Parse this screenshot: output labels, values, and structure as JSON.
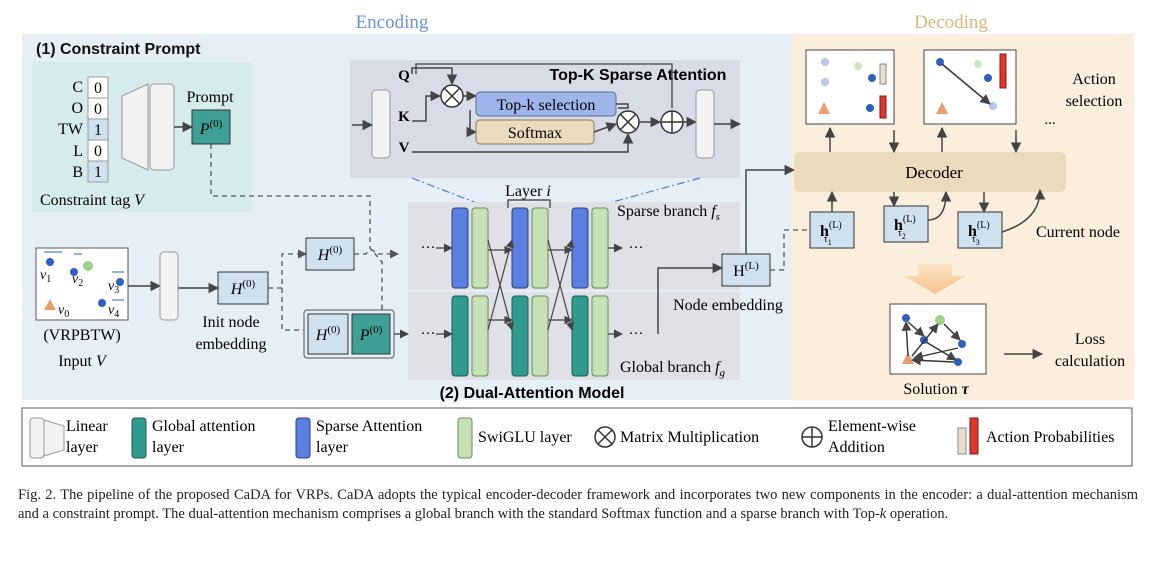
{
  "sections": {
    "encoding": "Encoding",
    "decoding": "Decoding"
  },
  "constraint_prompt": {
    "title": "(1) Constraint Prompt",
    "tags": [
      {
        "label": "C",
        "value": "0"
      },
      {
        "label": "O",
        "value": "0"
      },
      {
        "label": "TW",
        "value": "1"
      },
      {
        "label": "L",
        "value": "0"
      },
      {
        "label": "B",
        "value": "1"
      }
    ],
    "prompt_label": "Prompt",
    "prompt_symbol": "P",
    "prompt_sup": "(0)",
    "tag_caption": "Constraint tag",
    "tag_var": "V"
  },
  "topk": {
    "title": "Top-K Sparse Attention",
    "q": "Q",
    "k": "K",
    "v": "V",
    "topk_selection": "Top-k selection",
    "softmax": "Softmax"
  },
  "input": {
    "nodes": [
      {
        "label": "v",
        "sub": "1"
      },
      {
        "label": "v",
        "sub": "2"
      },
      {
        "label": "v",
        "sub": "3"
      },
      {
        "label": "v",
        "sub": "0"
      },
      {
        "label": "v",
        "sub": "4"
      }
    ],
    "type": "(VRPBTW)",
    "caption": "Input",
    "caption_var": "V",
    "init_line1": "Init node",
    "init_line2": "embedding",
    "h_symbol": "H",
    "h_sup": "(0)"
  },
  "dual": {
    "title": "(2) Dual-Attention Model",
    "layer_label": "Layer",
    "layer_var": "i",
    "sparse_branch": "Sparse branch",
    "sparse_var": "f",
    "sparse_sub": "s",
    "global_branch": "Global branch",
    "global_var": "f",
    "global_sub": "g",
    "dots": "···",
    "p_symbol": "P",
    "p_sup": "(0)"
  },
  "node_embedding": {
    "label": "Node embedding",
    "symbol": "H",
    "sup": "(L)"
  },
  "decoder": {
    "label": "Decoder",
    "action_selection_1": "Action",
    "action_selection_2": "selection",
    "dots": "...",
    "current_node": "Current node",
    "h_bold": "h",
    "h_sup": "(L)",
    "tau": "τ",
    "tau_subs": [
      "1",
      "2",
      "3"
    ],
    "solution": "Solution",
    "solution_var": "τ",
    "loss_1": "Loss",
    "loss_2": "calculation"
  },
  "legend": {
    "linear_1": "Linear",
    "linear_2": "layer",
    "global_1": "Global attention",
    "global_2": "layer",
    "sparse_1": "Sparse Attention",
    "sparse_2": "layer",
    "swiglu": "SwiGLU layer",
    "matmul": "Matrix Multiplication",
    "add_1": "Element-wise",
    "add_2": "Addition",
    "action_prob": "Action Probabilities"
  },
  "caption": {
    "text": "Fig. 2.  The pipeline of the proposed CaDA for VRPs. CaDA adopts the typical encoder-decoder framework and incorporates two new components in the encoder: a dual-attention mechanism and a constraint prompt. The dual-attention mechanism comprises a global branch with the standard Softmax function and a sparse branch with Top-",
    "k": "k",
    "text_end": " operation."
  },
  "colors": {
    "encoding_bg": "#e6eff5",
    "decoding_bg": "#fbeedd",
    "prompt_bg": "#d6ecec",
    "topk_bg": "#d8dce6",
    "sparse": "#5b7fe0",
    "global": "#2f9a8e",
    "swiglu": "#c6e1b5",
    "decoder": "#eadbbd",
    "teal": "#3d9f95",
    "action_red": "#e0372b",
    "encoding_title": "#6b94d8",
    "decoding_title": "#d8b77a"
  }
}
